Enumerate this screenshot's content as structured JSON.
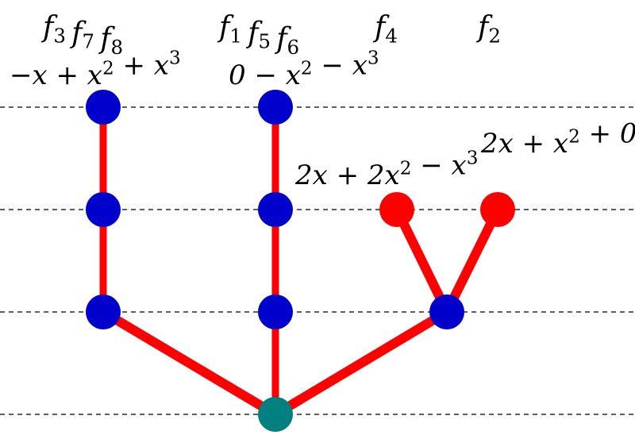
{
  "colors": {
    "background": "#ffffff",
    "edge": "#ff0000",
    "node_blue": "#0000cc",
    "node_red": "#ff0000",
    "node_root": "#008080",
    "guide_line": "#000000"
  },
  "groups": [
    {
      "label_parts": [
        [
          "f",
          "3"
        ],
        [
          "f",
          "7"
        ],
        [
          "f",
          "8"
        ]
      ],
      "poly_parts": [
        [
          "−x + x",
          "2"
        ],
        [
          " + x",
          "3"
        ]
      ]
    },
    {
      "label_parts": [
        [
          "f",
          "1"
        ],
        [
          "f",
          "5"
        ],
        [
          "f",
          "6"
        ]
      ],
      "poly_parts": [
        [
          "0 − x",
          "2"
        ],
        [
          " − x",
          "3"
        ]
      ]
    },
    {
      "label_parts": [
        [
          "f",
          "4"
        ]
      ],
      "poly_parts": [
        [
          "2x + 2x",
          "2"
        ],
        [
          " − x",
          "3"
        ]
      ]
    },
    {
      "label_parts": [
        [
          "f",
          "2"
        ]
      ],
      "poly_parts": [
        [
          "2x + x",
          "2"
        ],
        [
          " + 0",
          ""
        ]
      ]
    }
  ]
}
